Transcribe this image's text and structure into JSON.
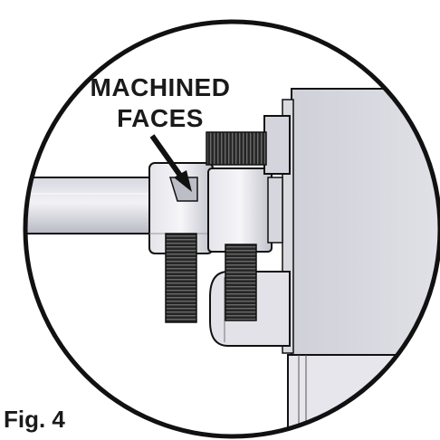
{
  "callout": {
    "line1": "MACHINED",
    "line2": "FACES"
  },
  "figure_label": "Fig. 4",
  "colors": {
    "metal_light": "#e8e8ee",
    "metal_mid": "#c9c9d2",
    "metal_dark": "#9a9aa6",
    "bolt": "#2a2a2a",
    "outline": "#111111"
  }
}
